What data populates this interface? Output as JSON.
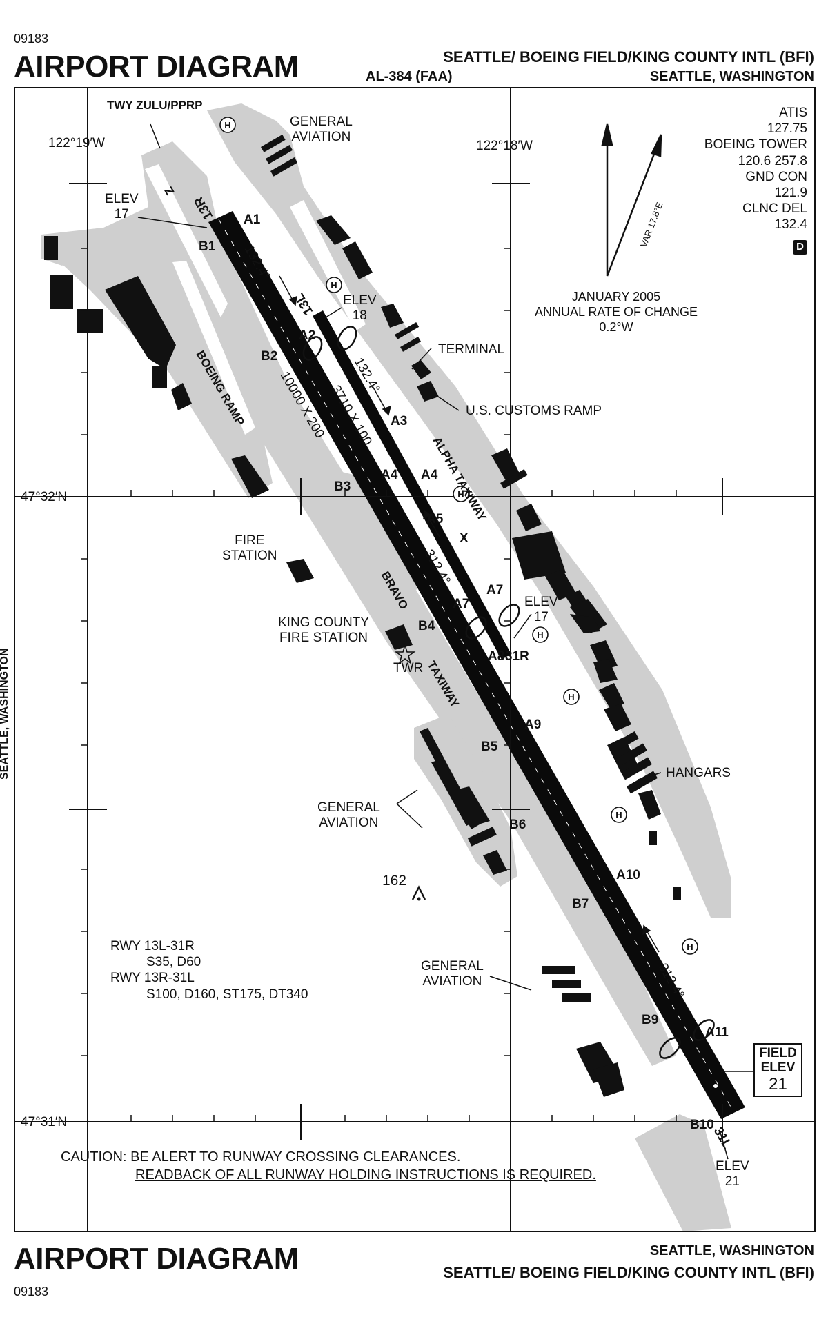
{
  "header": {
    "chart_number_top": "09183",
    "title_top": "AIRPORT DIAGRAM",
    "airport_name_top": "SEATTLE/ BOEING FIELD/KING COUNTY INTL (BFI)",
    "procedure_id": "AL-384 (FAA)",
    "city_state_top": "SEATTLE, WASHINGTON"
  },
  "footer": {
    "title_bottom": "AIRPORT DIAGRAM",
    "chart_number_bottom": "09183",
    "city_state_bottom": "SEATTLE, WASHINGTON",
    "airport_name_bottom": "SEATTLE/ BOEING FIELD/KING COUNTY INTL (BFI)"
  },
  "side_text": "SEATTLE, WASHINGTON",
  "coordinates": {
    "lon_left": "122°19′W",
    "lon_right": "122°18′W",
    "lat_top": "47°32′N",
    "lat_bottom": "47°31′N"
  },
  "frequencies": {
    "atis_label": "ATIS",
    "atis": "127.75",
    "tower_label": "BOEING TOWER",
    "tower": "120.6  257.8",
    "gnd_label": "GND CON",
    "gnd": "121.9",
    "clnc_label": "CLNC DEL",
    "clnc": "132.4",
    "d_symbol": "D"
  },
  "magnetic": {
    "var": "VAR 17.8°E",
    "date": "JANUARY 2005",
    "rate_label": "ANNUAL RATE OF CHANGE",
    "rate": "0.2°W"
  },
  "runways": {
    "rwy_13r": "13R",
    "rwy_31l": "31L",
    "rwy_13l": "13L",
    "rwy_31r": "31R",
    "dims_main": "10000 X 200",
    "dims_small": "3710 X 100",
    "hdg_132_a": "132.4°",
    "hdg_132_b": "132.4°",
    "hdg_312_a": "312.4°",
    "hdg_312_b": "312.4°"
  },
  "elevations": {
    "elev_17_top_label": "ELEV",
    "elev_17_top": "17",
    "elev_18_label": "ELEV",
    "elev_18": "18",
    "elev_17_mid_label": "ELEV",
    "elev_17_mid": "17",
    "elev_21_label": "ELEV",
    "elev_21": "21",
    "field_label_1": "FIELD",
    "field_label_2": "ELEV",
    "field_value": "21"
  },
  "taxiway_labels": {
    "a1": "A1",
    "b1": "B1",
    "a2": "A2",
    "b2": "B2",
    "a3": "A3",
    "a4a": "A4",
    "a4b": "A4",
    "b3": "B3",
    "a5": "A5",
    "x": "X",
    "a7a": "A7",
    "a7b": "A7",
    "b4": "B4",
    "a8": "A8",
    "a9": "A9",
    "b5": "B5",
    "b6": "B6",
    "a10": "A10",
    "b7": "B7",
    "b9": "B9",
    "a11": "A11",
    "b10": "B10",
    "z": "Z"
  },
  "facility_labels": {
    "twy_zulu": "TWY ZULU/PPRP",
    "general_aviation_1": "GENERAL\nAVIATION",
    "terminal": "TERMINAL",
    "customs": "U.S. CUSTOMS RAMP",
    "alpha_taxiway": "ALPHA TAXIWAY",
    "boeing_ramp": "BOEING RAMP",
    "fire_station": "FIRE\nSTATION",
    "king_county_fire": "KING COUNTY\nFIRE STATION",
    "twr": "TWR",
    "bravo": "BRAVO",
    "taxiway": "TAXIWAY",
    "hangars": "HANGARS",
    "general_aviation_2": "GENERAL\nAVIATION",
    "general_aviation_3": "GENERAL\nAVIATION",
    "obstacle": "162",
    "helipad": "H"
  },
  "rwy_strength": {
    "l1": "RWY 13L-31R",
    "l2": "S35, D60",
    "l3": "RWY 13R-31L",
    "l4": "S100, D160, ST175, DT340"
  },
  "caution": {
    "line1": "CAUTION: BE ALERT TO RUNWAY CROSSING CLEARANCES.",
    "line2": "READBACK OF ALL RUNWAY HOLDING INSTRUCTIONS IS REQUIRED."
  }
}
